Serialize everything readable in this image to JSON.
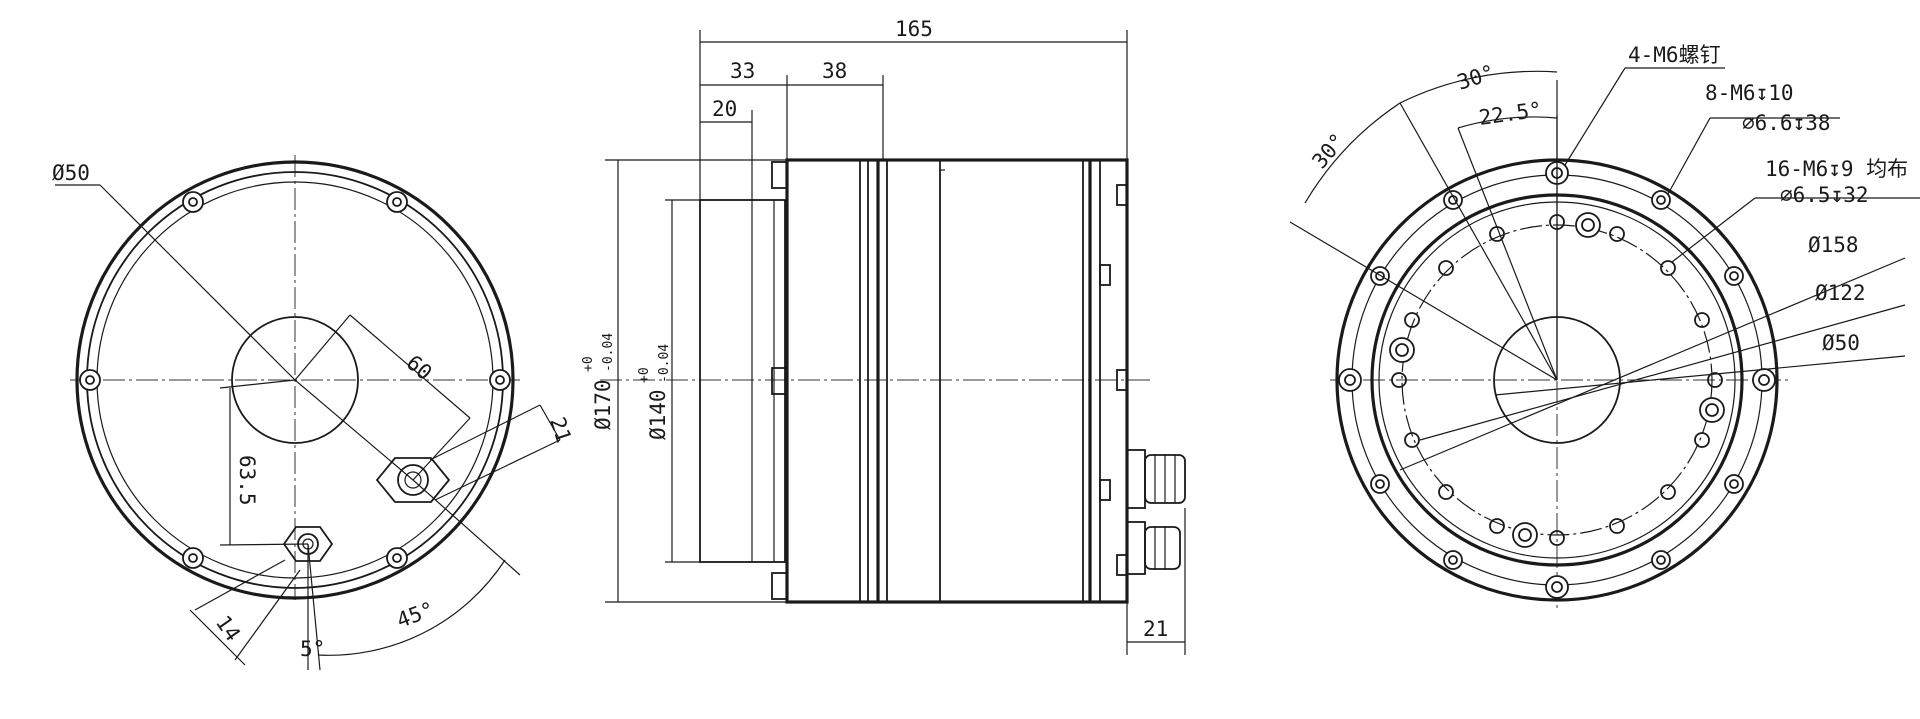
{
  "views": {
    "left_view": {
      "labels": {
        "outer_dia": "Ø50",
        "offset_60": "60",
        "vertical_63_5": "63.5",
        "radial_21": "21",
        "small_14": "14",
        "angle_5": "5°",
        "angle_45": "45°"
      }
    },
    "side_view": {
      "labels": {
        "overall_length": "165",
        "step_33": "33",
        "step_38": "38",
        "step_20": "20",
        "outer_dia_base": "Ø170",
        "outer_dia_sup": "+0",
        "outer_dia_sub": "-0.04",
        "inner_dia_base": "Ø140",
        "inner_dia_sup": "+0",
        "inner_dia_sub": "-0.04",
        "connector_21": "21"
      }
    },
    "right_view": {
      "labels": {
        "angle_30_top": "30°",
        "angle_30_left": "30°",
        "angle_22_5": "22.5°",
        "screws_4": "4-M6螺钉",
        "holes_8": "8-M6↧10",
        "holes_8_cb": "⌀6.6↧38",
        "holes_16": "16-M6↧9 均布",
        "holes_16_cb": "⌀6.5↧32",
        "dia_158": "Ø158",
        "dia_122": "Ø122",
        "dia_50": "Ø50"
      }
    }
  }
}
